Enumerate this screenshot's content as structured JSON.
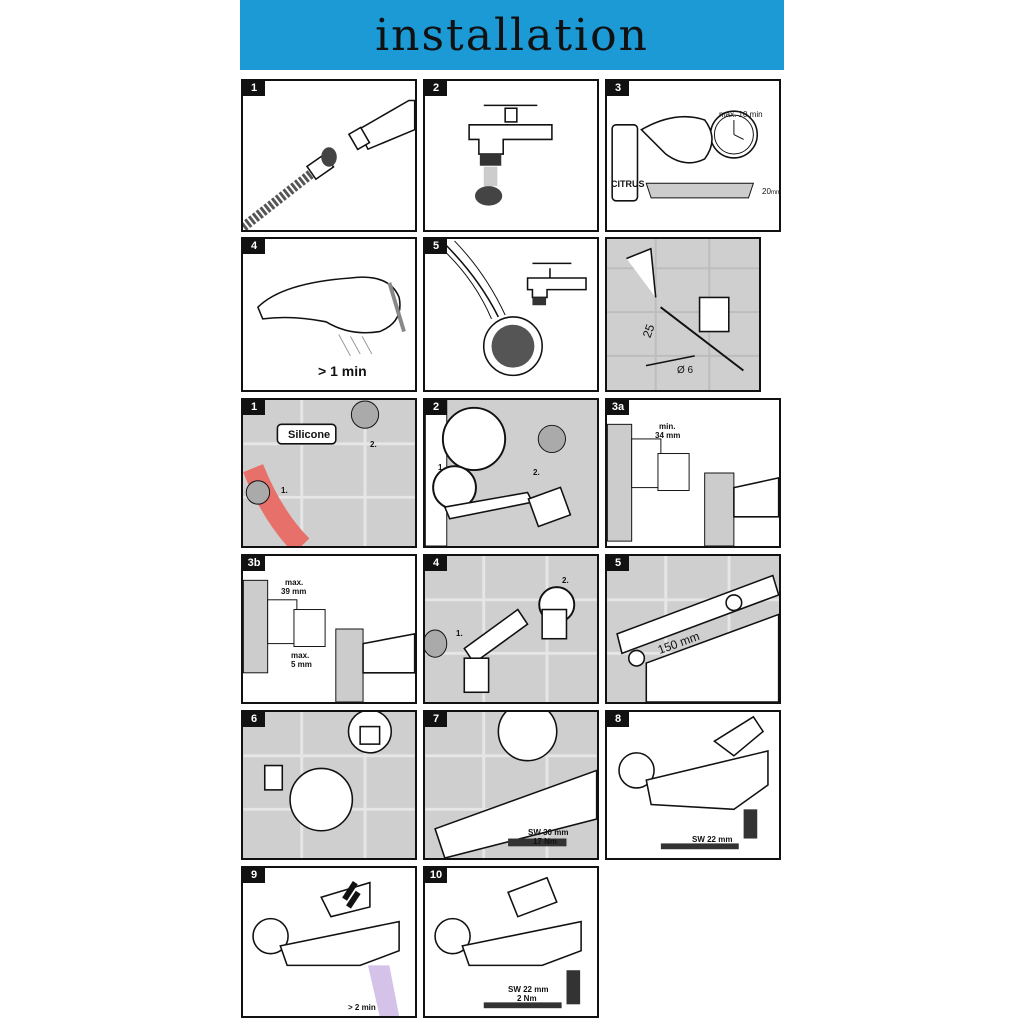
{
  "header": {
    "title": "installation"
  },
  "panels": [
    {
      "num": "1"
    },
    {
      "num": "2"
    },
    {
      "num": "3",
      "text": [
        "max. 10 min",
        "CITRUS",
        "20",
        "mm"
      ]
    },
    {
      "num": "4",
      "text": [
        "> 1 min"
      ]
    },
    {
      "num": "5"
    },
    {
      "num": "",
      "text": [
        "25",
        "Ø 6"
      ]
    },
    {
      "num": "1",
      "text": [
        "Silicone",
        "1.",
        "2."
      ]
    },
    {
      "num": "2",
      "text": [
        "1.",
        "2."
      ]
    },
    {
      "num": "3a",
      "text": [
        "min.",
        "34 mm"
      ]
    },
    {
      "num": "3b",
      "text": [
        "max.",
        "39 mm",
        "max.",
        "5 mm"
      ]
    },
    {
      "num": "4",
      "text": [
        "1.",
        "2."
      ]
    },
    {
      "num": "5",
      "text": [
        "150 mm"
      ]
    },
    {
      "num": "6"
    },
    {
      "num": "7",
      "text": [
        "SW 30 mm",
        "17 Nm"
      ]
    },
    {
      "num": "8",
      "text": [
        "SW 22 mm"
      ]
    },
    {
      "num": "9",
      "text": [
        "> 2 min"
      ]
    },
    {
      "num": "10",
      "text": [
        "SW 22 mm",
        "2 Nm"
      ]
    }
  ],
  "colors": {
    "banner": "#1b9ad6",
    "hose": "#e8706a",
    "purple": "#b89ad8"
  }
}
